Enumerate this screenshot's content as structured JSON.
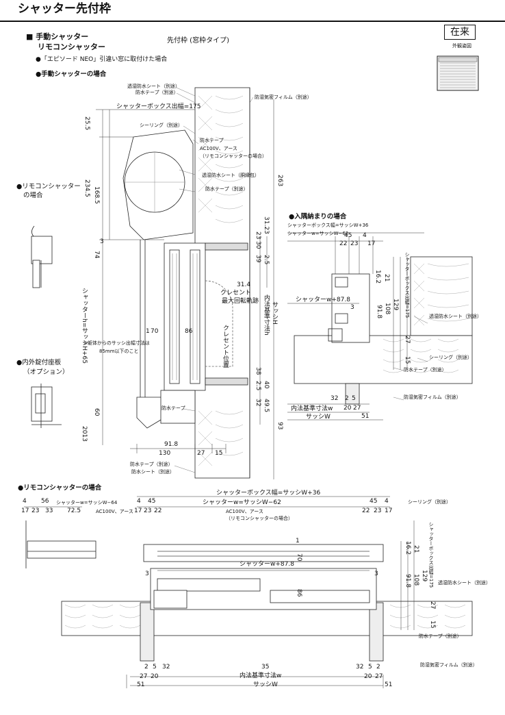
{
  "page_title": "シャッター先付枠",
  "badge": "在来",
  "exterior_caption": "外観姿図",
  "product_lines": [
    "■ 手動シャッター",
    "リモコンシャッター"
  ],
  "frame_type": "先付枠 (窓枠タイプ)",
  "notes": {
    "install": "●「エピソード NEO」引違い窓に取付けた場合",
    "manual": "●手動シャッターの場合",
    "remote_small": "●リモコンシャッター",
    "remote_small2": "の場合",
    "lock": "●内外錠付座板",
    "lock2": "（オプション）",
    "corner": "●入隅納まりの場合",
    "remote_plan": "●リモコンシャッターの場合",
    "frame_clearance": "※躯体からのサッシ出幅寸法は",
    "frame_clearance2": "85mm以下のこと"
  },
  "labels": {
    "vapor_sheet": "透湿防水シート（別途）",
    "wp_tape": "防水テープ（別途）",
    "box_depth": "シャッターボックス出幅=175",
    "sealing": "シーリング（別途）",
    "wp_tape2": "防水テープ",
    "ac100": "AC100V、アース",
    "ac100b": "（リモコンシャッターの場合）",
    "vapor_wrap": "透湿防水シート（胴縁包）",
    "wp_tape3": "防水テープ（別途）",
    "air_film": "防湿気密フィルム（別途）",
    "crescent": "クレセント",
    "crescent2": "最大回転軌跡",
    "crescent_pos": "クレセント位置",
    "inner_h": "内法基準寸法h",
    "sash_h": "サッシH",
    "shutter_h": "シャッターh=サッシH+65",
    "wp_tape4": "防水テープ",
    "wp_tape5": "防水テープ（別途）",
    "wp_sheet": "防水シート（別途）",
    "box_width": "シャッターボックス幅=サッシW+36",
    "shutter_w62": "シャッターw=サッシW−62",
    "shutter_w878": "シャッターw+87.8",
    "vapor_sheet2": "透湿防水シート（別途）",
    "sealing2": "シーリング（別途）",
    "wp_tape6": "防水テープ（別途）",
    "air_film2": "防湿気密フィルム（別途）",
    "inner_w": "内法基準寸法w",
    "sash_w": "サッシW",
    "shutter_w64": "シャッターw=サッシW−64",
    "ac100c": "AC100V、アース",
    "box_width2": "シャッターボックス幅=サッシW+36",
    "shutter_w62b": "シャッターw=サッシW−62",
    "ac100d": "AC100V、アース",
    "ac100e": "（リモコンシャッターの場合）",
    "sealing3": "シーリング（別途）",
    "shutter_w878b": "シャッターw+87.8",
    "vapor_sheet3": "透湿防水シート（別途）",
    "wp_tape7": "防水テープ（別途）",
    "air_film3": "防湿気密フィルム（別途）",
    "inner_w2": "内法基準寸法w",
    "sash_w2": "サッシW"
  },
  "dims": {
    "v255": "25.5",
    "v2345": "234.5",
    "v1685": "168.5",
    "v3": "3",
    "v74": "74",
    "v60": "60",
    "v2013": "2013",
    "v263": "263",
    "v23": "23",
    "v3123": "31.23",
    "v30": "30",
    "v39": "39",
    "v25": "2.5",
    "v314": "31.4",
    "v38": "38",
    "v25b": "2.5",
    "v40": "40",
    "v32": "32",
    "v495": "49.5",
    "v93": "93",
    "h1": "1",
    "h70": "70",
    "h86": "86",
    "h918": "91.8",
    "h130": "130",
    "h27": "27",
    "h15": "15",
    "c45": "45",
    "c4": "4",
    "c22": "22",
    "c23": "23",
    "c17": "17",
    "c162": "16.2",
    "c21": "21",
    "c918": "91.8",
    "c108": "108",
    "c129": "129",
    "c3": "3",
    "c27": "27",
    "c15": "15",
    "c32": "32",
    "c2": "2",
    "c5": "5",
    "c20": "20",
    "c27b": "27",
    "c51": "51",
    "c175": "シャッターボックス出幅=175",
    "p4": "4",
    "p56": "56",
    "p17": "17",
    "p23": "23",
    "p33": "33",
    "p725": "72.5",
    "p45": "45",
    "p4b": "4",
    "p17b": "17",
    "p23b": "23",
    "p22": "22",
    "p45b": "45",
    "p22b": "22",
    "p23c": "23",
    "p4c": "4",
    "p17c": "17",
    "p162": "16.2",
    "p21": "21",
    "p918": "91.8",
    "p108": "108",
    "p129": "129",
    "p27": "27",
    "p15": "15",
    "p1": "1",
    "p70": "70",
    "p86": "86",
    "p3": "3",
    "p3b": "3",
    "p2": "2",
    "p5": "5",
    "p32": "32",
    "p35": "35",
    "p32b": "32",
    "p5b": "5",
    "p2b": "2",
    "p27b": "27",
    "p20": "20",
    "p20b": "20",
    "p27c": "27",
    "p51": "51",
    "p51b": "51",
    "p175": "シャッターボックス出幅=175"
  }
}
